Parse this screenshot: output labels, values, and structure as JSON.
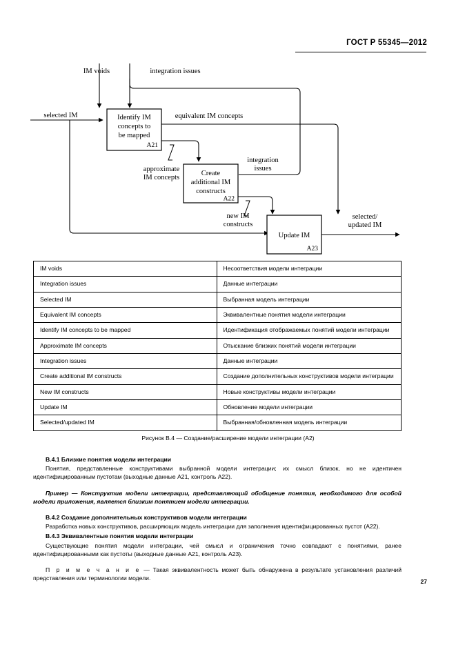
{
  "header": {
    "standard": "ГОСТ Р 55345—2012"
  },
  "diagram": {
    "labels": {
      "im_voids": "IM voids",
      "integration_issues_top": "integration issues",
      "selected_im": "selected IM",
      "equivalent_im_concepts": "equivalent IM concepts",
      "approximate_im_1": "approximate",
      "approximate_im_2": "IM concepts",
      "integration_issues_mid_1": "integration",
      "integration_issues_mid_2": "issues",
      "new_im_1": "new IM",
      "new_im_2": "constructs",
      "selected_updated_1": "selected/",
      "selected_updated_2": "updated IM"
    },
    "boxes": [
      {
        "id": "A21",
        "lines": [
          "Identify IM",
          "concepts to",
          "be mapped"
        ]
      },
      {
        "id": "A22",
        "lines": [
          "Create",
          "additional IM",
          "constructs"
        ]
      },
      {
        "id": "A23",
        "lines": [
          "Update IM"
        ]
      }
    ]
  },
  "table": {
    "rows": [
      {
        "en": "IM voids",
        "ru": "Несоответствия модели интеграции"
      },
      {
        "en": "Integration issues",
        "ru": "Данные интеграции"
      },
      {
        "en": "Selected IM",
        "ru": "Выбранная модель интеграции"
      },
      {
        "en": "Equivalent IM concepts",
        "ru": "Эквивалентные понятия модели интеграции"
      },
      {
        "en": "Identify IM concepts to be mapped",
        "ru": "Идентификация отображаемых понятий модели инте­грации"
      },
      {
        "en": "Approximate IM concepts",
        "ru": "Отыскание близких понятий модели интеграции"
      },
      {
        "en": "Integration issues",
        "ru": "Данные интеграции"
      },
      {
        "en": "Create additional IM constructs",
        "ru": "Создание дополнительных конструктивов модели ин­теграции"
      },
      {
        "en": "New IM constructs",
        "ru": "Новые конструктивы модели интеграции"
      },
      {
        "en": "Update IM",
        "ru": "Обновление модели интеграции"
      },
      {
        "en": "Selected/updated IM",
        "ru": "Выбранная/обновленная модель интеграции"
      }
    ]
  },
  "figure_caption": "Рисунок В.4 — Создание/расширение модели интеграции (А2)",
  "sections": {
    "b41_heading": "В.4.1 Близкие понятия модели интеграции",
    "b41_text": "Понятия, представленные конструктивами выбранной модели интеграции; их смысл близок, но не идентичен идентифицированным пустотам (выходные данные А21, контроль А22).",
    "example_text": "Пример — Конструктив модели интеграции, представляющий обобщение понятия, необходимого для особой модели приложения, является близким понятием модели интеграции.",
    "b42_heading": "В.4.2 Создание дополнительных конструктивов модели интеграции",
    "b42_text": "Разработка новых конструктивов, расширяющих модель интеграции для заполнения идентифицированных пустот (А22).",
    "b43_heading": "В.4.3 Эквивалентные понятия модели интеграции",
    "b43_text": "Существующие понятия модели интеграции, чей смысл и ограничения точно совпадают с понятиями, ранее идентифицированными как пустоты (выходные данные А21, контроль А23).",
    "note_label": "П р и м е ч а н и е",
    "note_text": " —  Такая эквивалентность может быть обнаружена в результате установления различий представления или терминологии модели."
  },
  "page_number": "27"
}
